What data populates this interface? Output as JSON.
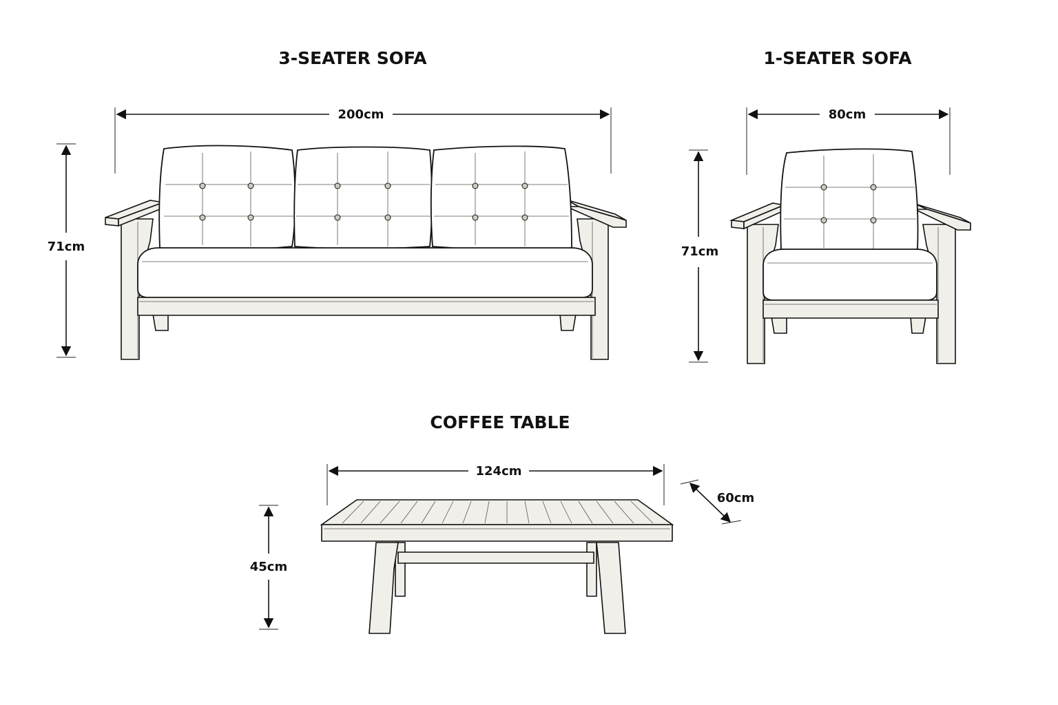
{
  "sofa3": {
    "title": "3-SEATER SOFA",
    "width": "200cm",
    "height": "71cm"
  },
  "sofa1": {
    "title": "1-SEATER SOFA",
    "width": "80cm",
    "height": "71cm"
  },
  "table": {
    "title": "COFFEE TABLE",
    "width": "124cm",
    "height": "45cm",
    "depth": "60cm"
  }
}
